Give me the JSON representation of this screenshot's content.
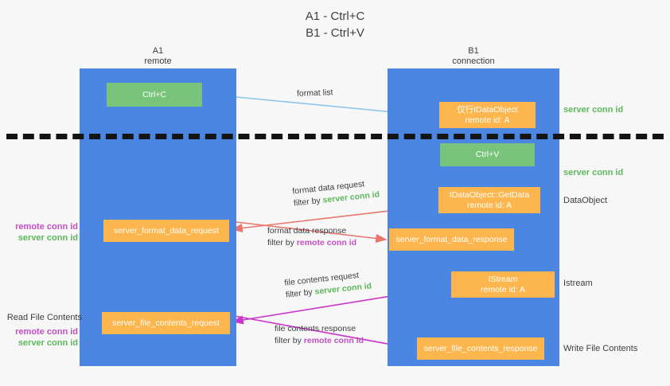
{
  "title": {
    "line1": "A1 - Ctrl+C",
    "line2": "B1 - Ctrl+V"
  },
  "lanes": [
    {
      "name": "A1",
      "role": "remote"
    },
    {
      "name": "B1",
      "role": "connection"
    }
  ],
  "nodes": {
    "ctrl_c": {
      "line1": "Ctrl+C",
      "line2": "",
      "color": "#77c47a"
    },
    "idataobject": {
      "line1": "仅行IDataObject",
      "line2": "remote id: A",
      "color": "#fcb64d"
    },
    "ctrl_v": {
      "line1": "Ctrl+V",
      "line2": "",
      "color": "#77c47a"
    },
    "getdata": {
      "line1": "IDataObject::GetData",
      "line2": "remote id: A",
      "color": "#fcb64d"
    },
    "fmt_request": {
      "line1": "server_format_data_request",
      "line2": "",
      "color": "#fcb64d"
    },
    "fmt_response": {
      "line1": "server_format_data_response",
      "line2": "",
      "color": "#fcb64d"
    },
    "istream": {
      "line1": "IStream",
      "line2": "remote id: A",
      "color": "#fcb64d"
    },
    "file_request": {
      "line1": "server_file_contents_request",
      "line2": "",
      "color": "#fcb64d"
    },
    "file_response": {
      "line1": "server_file_contents_response",
      "line2": "",
      "color": "#fcb64d"
    }
  },
  "edges": {
    "format_list": {
      "label": "format list"
    },
    "format_data_req": {
      "label": "format data request",
      "filter_prefix": "filter by ",
      "filter_id": "server conn id"
    },
    "format_data_res": {
      "label": "format data response",
      "filter_prefix": "filter by ",
      "filter_id": "remote conn id"
    },
    "file_contents_req": {
      "label": "file contents request",
      "filter_prefix": "filter by ",
      "filter_id": "server conn id"
    },
    "file_contents_res": {
      "label": "file contents response",
      "filter_prefix": "filter by ",
      "filter_id": "remote conn id"
    }
  },
  "annotations": {
    "server_conn_id_top": "server conn id",
    "server_conn_id_second": "server conn id",
    "dataobject": "DataObject",
    "istream": "Istream",
    "write_file_contents": "Write File Contents",
    "read_file_contents": "Read File Contents",
    "remote_conn_id": "remote conn id",
    "server_conn_id": "server conn id"
  },
  "colors": {
    "lane": "#4a86e2",
    "green_box": "#77c47a",
    "orange_box": "#fcb64d",
    "server_conn_id": "#5cb85c",
    "remote_conn_id": "#c24fc2",
    "arrow_blue": "#8ec6ee",
    "arrow_red": "#e8776f",
    "arrow_magenta": "#cc33cc",
    "arrow_black": "#111111",
    "background": "#f7f7f7"
  }
}
